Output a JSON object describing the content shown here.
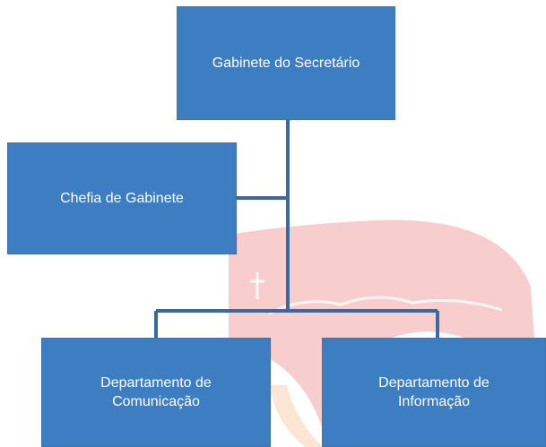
{
  "diagram": {
    "type": "org-chart",
    "nodes": {
      "top": {
        "label": "Gabinete do Secretário"
      },
      "chief": {
        "label": "Chefia de Gabinete"
      },
      "communication": {
        "label": "Departamento de\nComunicação"
      },
      "information": {
        "label": "Departamento de\nInformação"
      }
    },
    "edges": [
      {
        "from": "top",
        "to": "chief",
        "type": "assistant"
      },
      {
        "from": "top",
        "to": "communication"
      },
      {
        "from": "top",
        "to": "information"
      }
    ]
  },
  "colors": {
    "box_fill": "#3d7ec2",
    "connector": "#3a68a0",
    "watermark_pink": "#f6c8c8",
    "watermark_peach": "#fbe3cf"
  }
}
